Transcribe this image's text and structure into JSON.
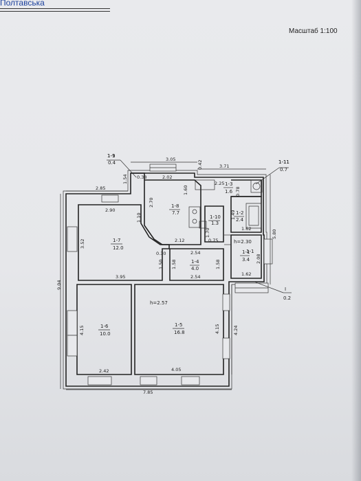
{
  "header": {
    "title_fragment": "Полтавська"
  },
  "scale_label": "Масштаб 1:100",
  "rooms": [
    {
      "id": "1-1",
      "area": "3.4"
    },
    {
      "id": "1-2",
      "area": "2.4"
    },
    {
      "id": "1-3",
      "area": "1.6"
    },
    {
      "id": "1-4",
      "area": "4.0"
    },
    {
      "id": "1-5",
      "area": "16.8"
    },
    {
      "id": "1-6",
      "area": "10.0"
    },
    {
      "id": "1-7",
      "area": "12.0"
    },
    {
      "id": "1-8",
      "area": "7.7"
    },
    {
      "id": "1-9",
      "area": "0.4"
    },
    {
      "id": "1-10",
      "area": "1.3"
    },
    {
      "id": "1-11",
      "area": "0.7"
    },
    {
      "id": "I",
      "area": "0.2"
    }
  ],
  "heights": [
    "h=2.57",
    "h=2.30"
  ],
  "dimensions": {
    "d305": "3.05",
    "d371": "3.71",
    "d042": "0.42",
    "d038": "0.38",
    "d202": "2.02",
    "d154": "1.54",
    "d160": "1.60",
    "d225": "2.25",
    "d078": "0.78",
    "d285": "2.85",
    "d290": "2.90",
    "d270": "2.70",
    "d110": "1.10",
    "d149": "1.49",
    "d162a": "1.62",
    "d170": "1.70",
    "d352": "3.52",
    "d212": "2.12",
    "d075": "0.75",
    "d580": "5.80",
    "d254a": "2.54",
    "d030": "0.30",
    "d150": "1.50",
    "d158a": "1.58",
    "d158b": "1.58",
    "d208": "2.08",
    "d904": "9.04",
    "d395": "3.95",
    "d254b": "2.54",
    "d162b": "1.62",
    "d415a": "4.15",
    "d415b": "4.15",
    "d424": "4.24",
    "d242": "2.42",
    "d405": "4.05",
    "d785": "7.85"
  }
}
